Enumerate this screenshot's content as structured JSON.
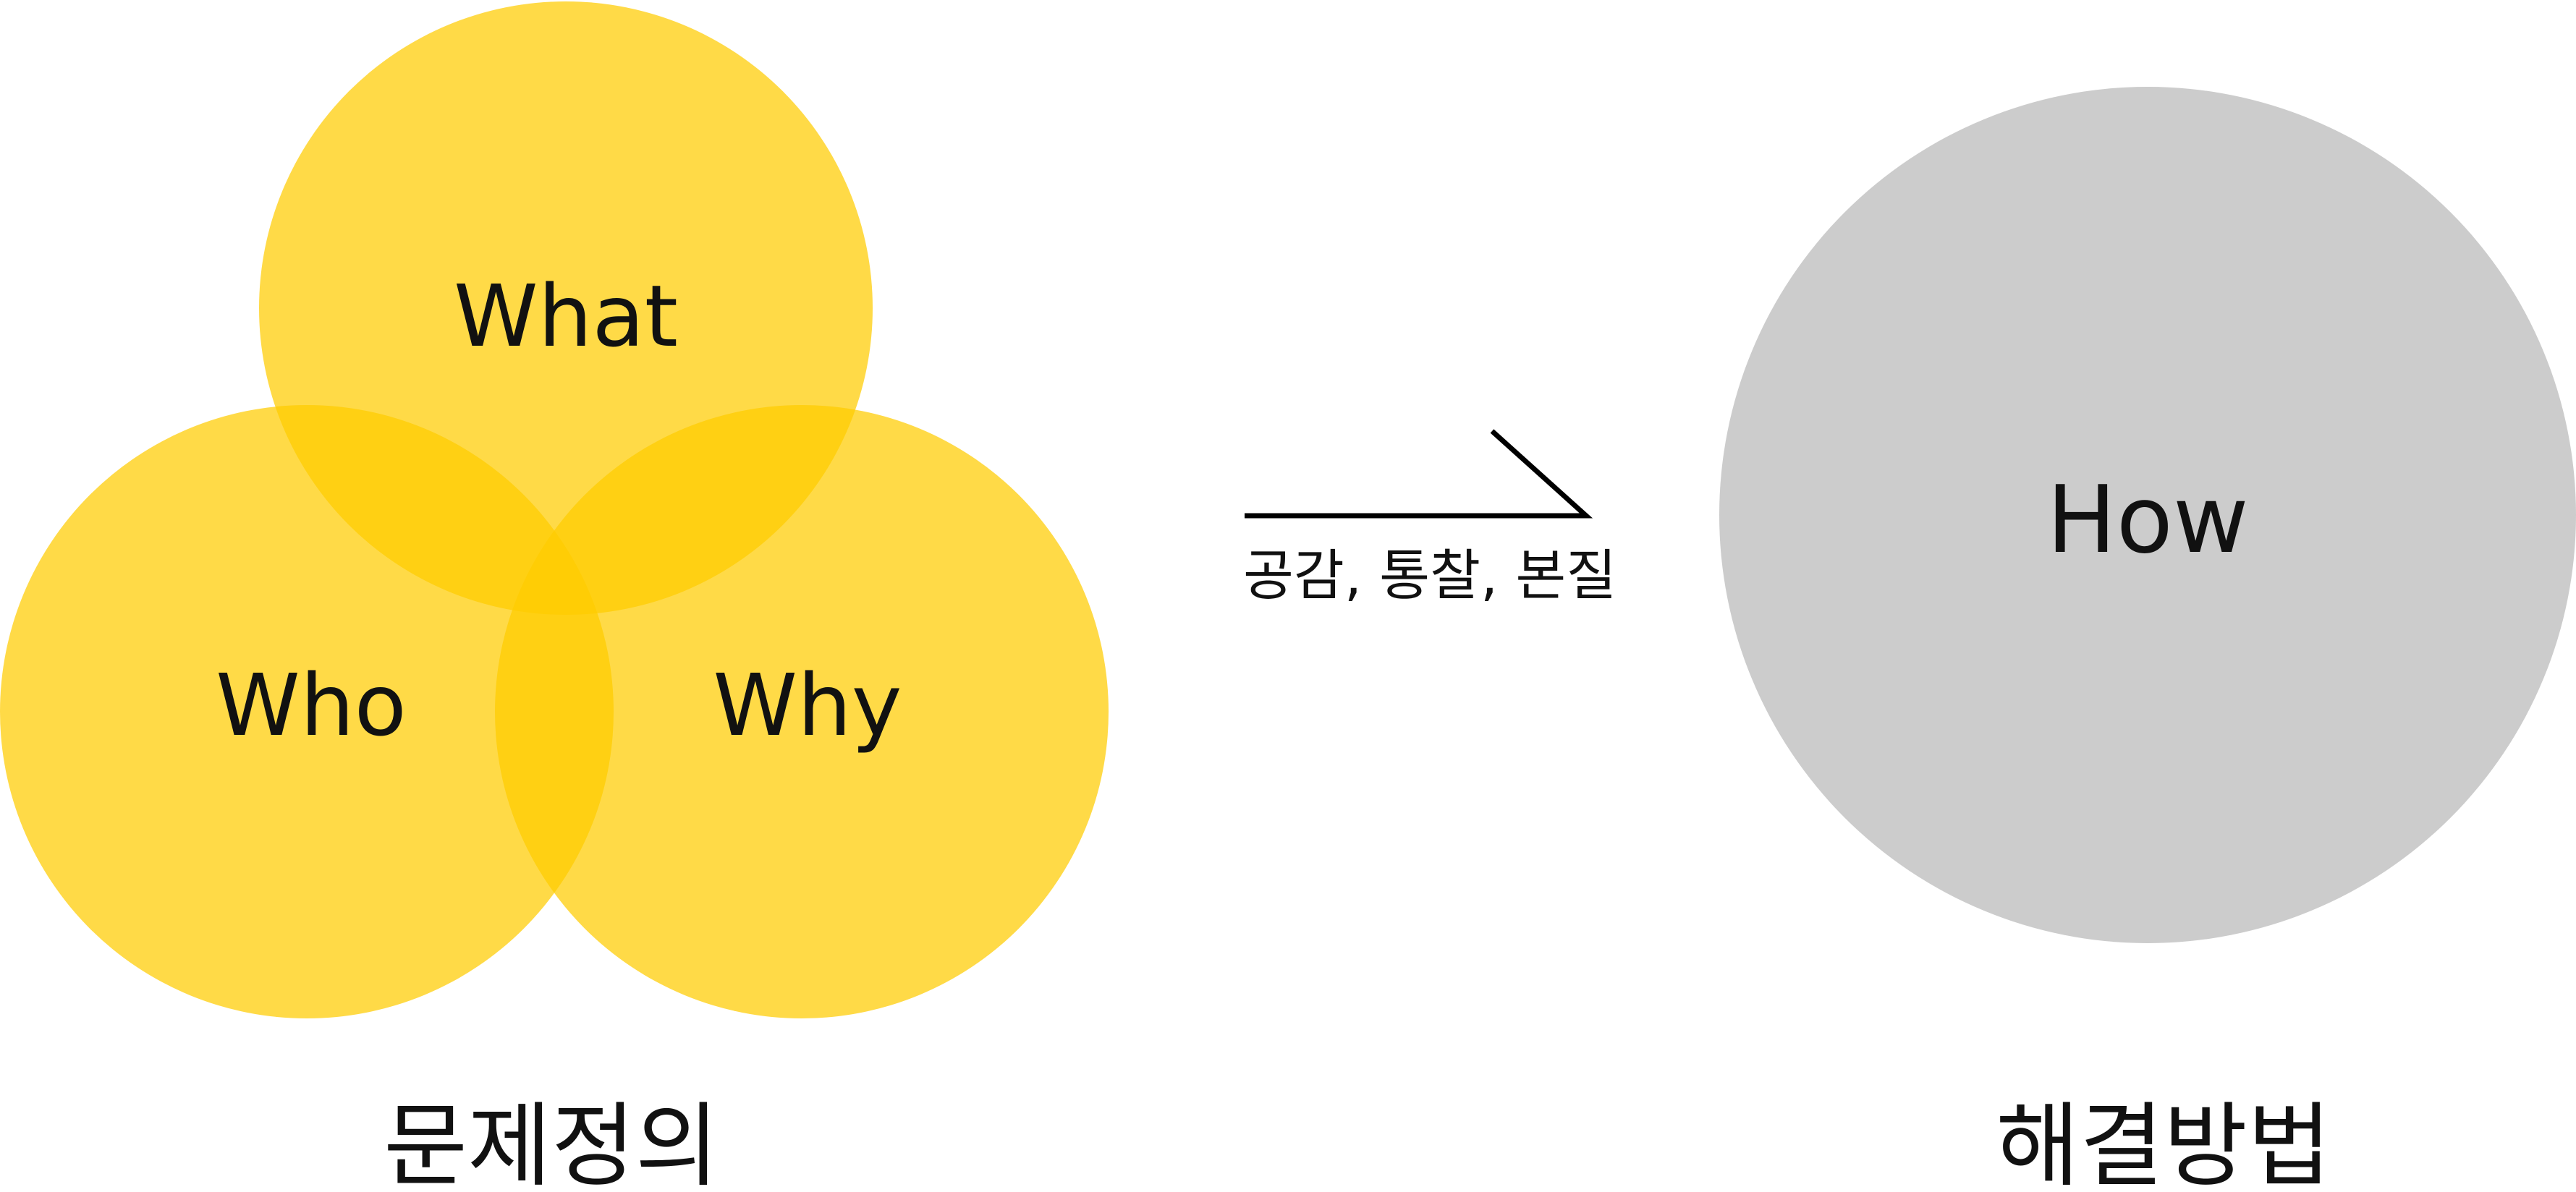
{
  "problem_definition": {
    "caption": "문제정의",
    "circle_color": "#FFCC00",
    "circles": [
      {
        "id": "what",
        "label": "What"
      },
      {
        "id": "who",
        "label": "Who"
      },
      {
        "id": "why",
        "label": "Why"
      }
    ]
  },
  "connector": {
    "caption": "공감, 통찰, 본질",
    "arrow-icon": "arrow-right-icon"
  },
  "solution": {
    "caption": "해결방법",
    "circle_color": "#CCCCCC",
    "circle_label": "How"
  }
}
